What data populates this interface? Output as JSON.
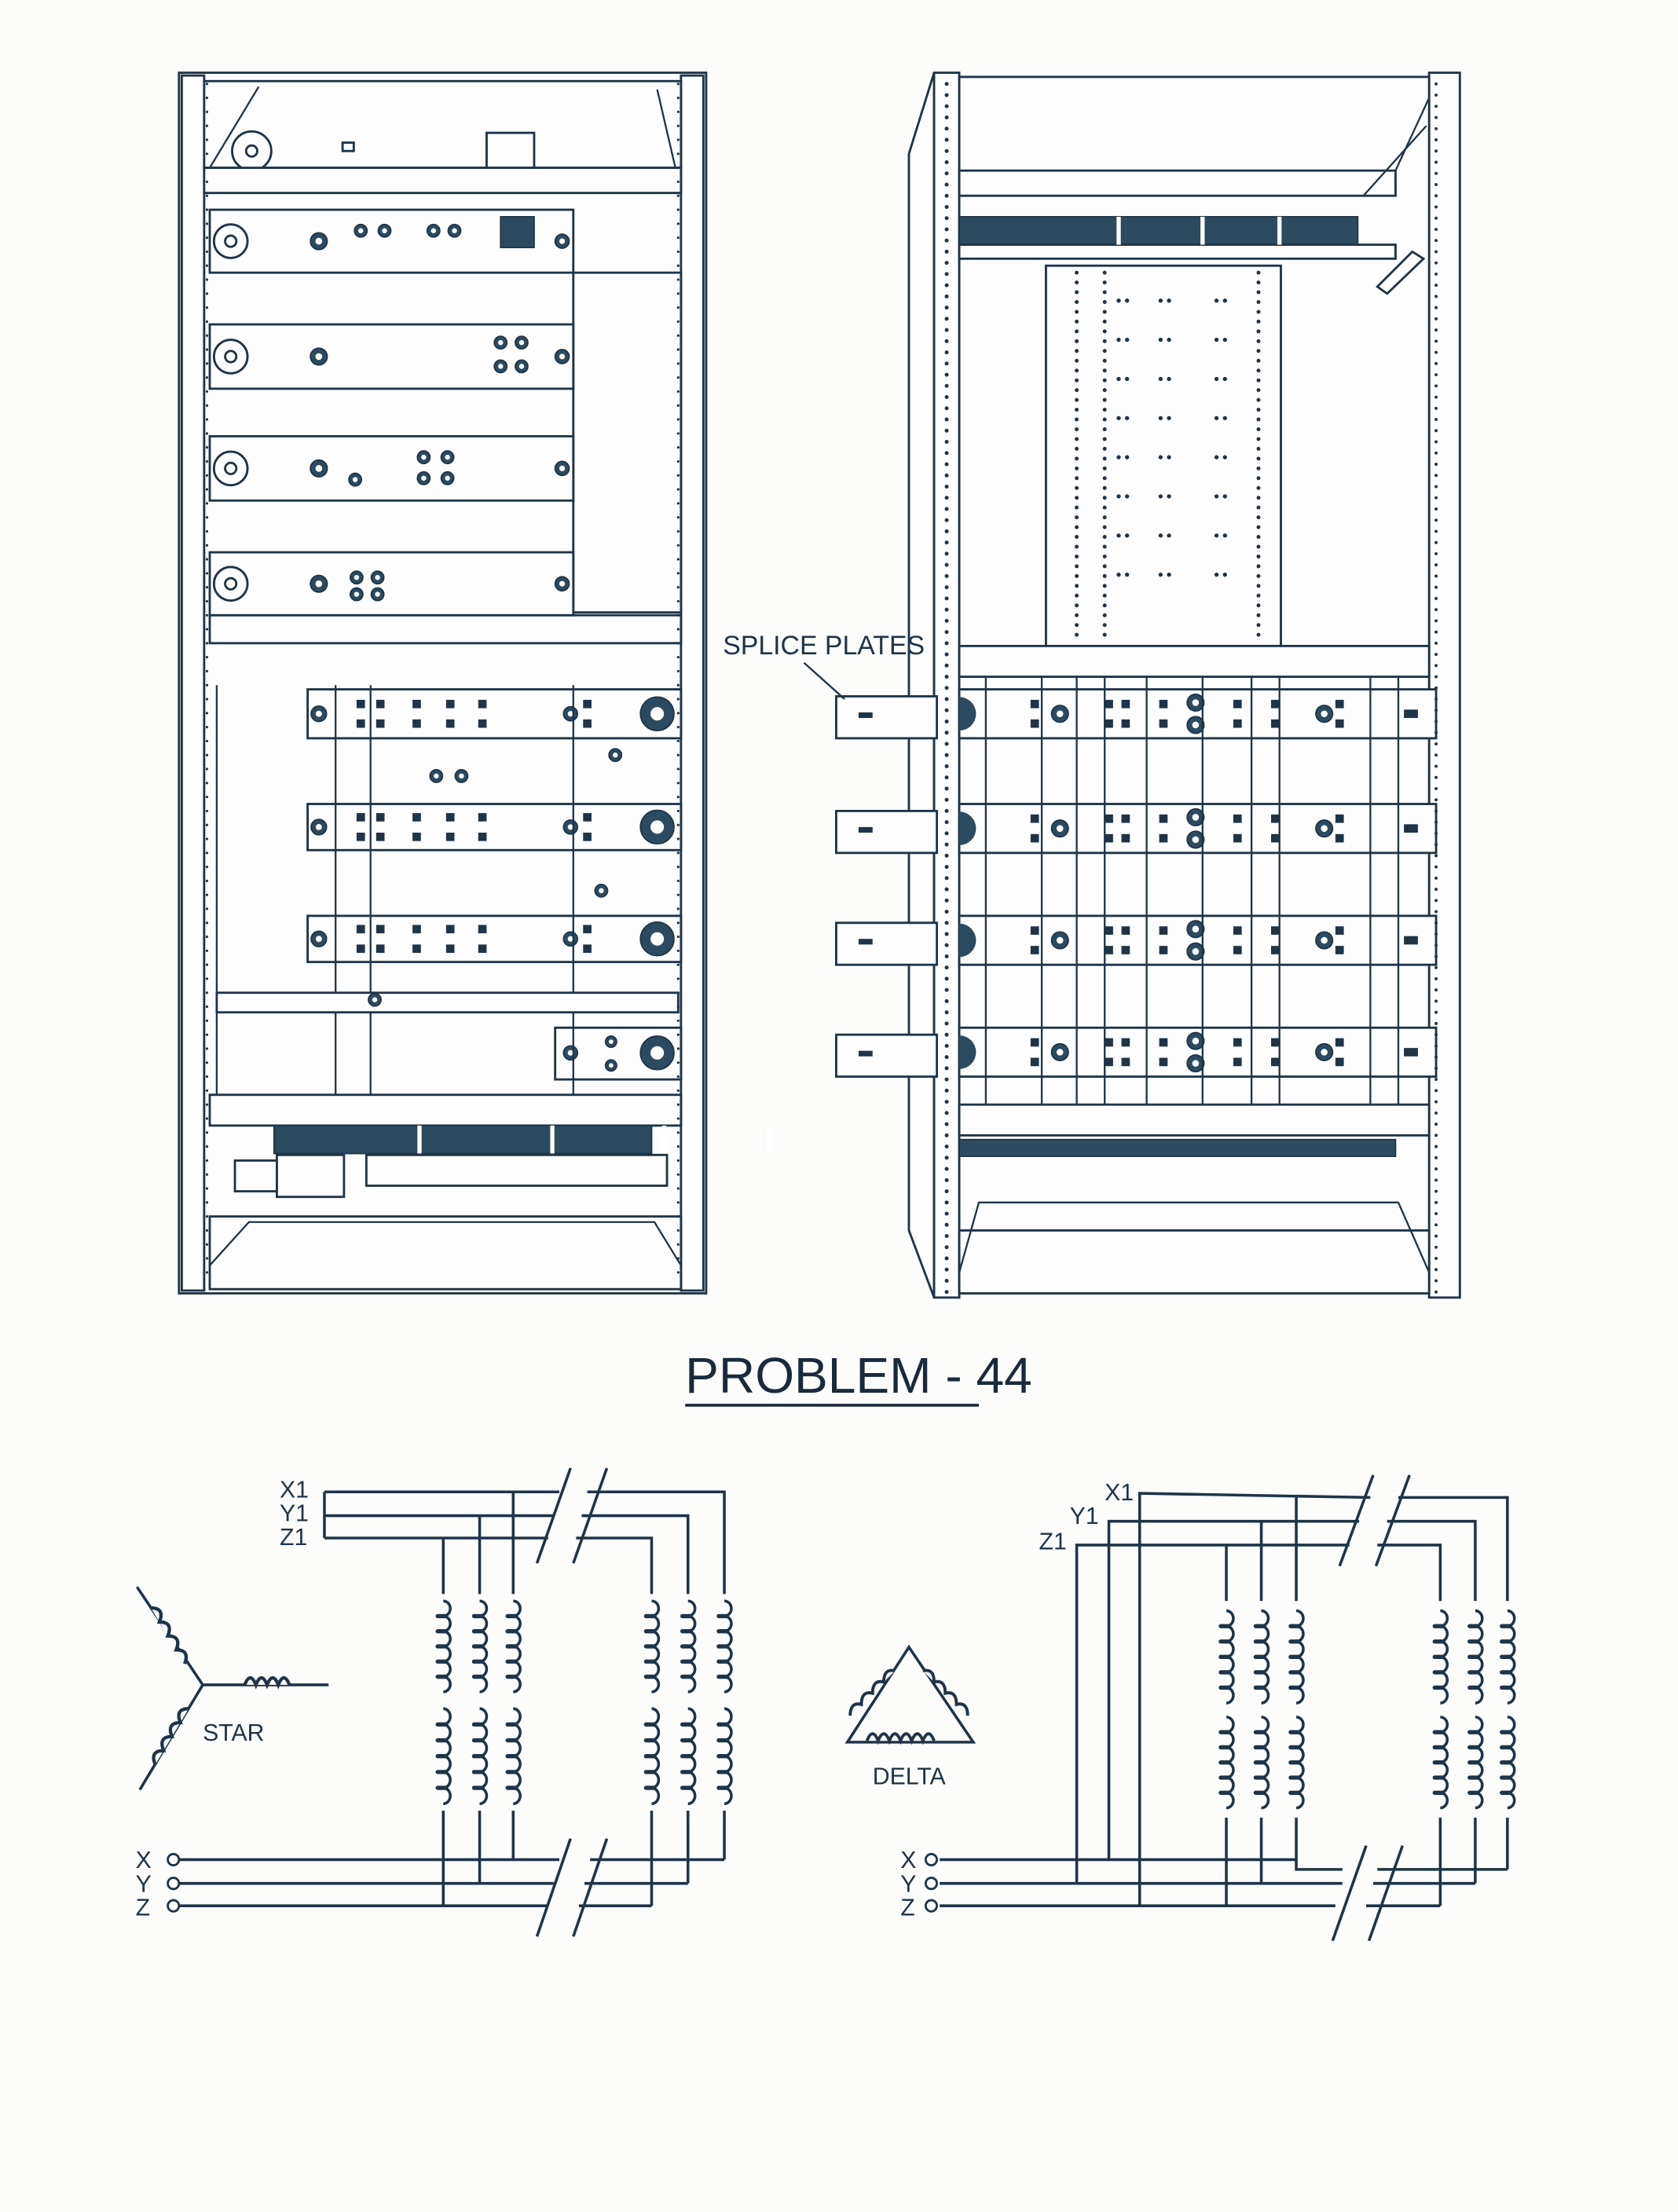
{
  "title": "PROBLEM - 44",
  "splice_label": "SPLICE PLATES",
  "star": {
    "name": "STAR",
    "top_labels": [
      "X1",
      "Y1",
      "Z1"
    ],
    "terminal_labels": [
      "X",
      "Y",
      "Z"
    ]
  },
  "delta": {
    "name": "DELTA",
    "top_labels": [
      "X1",
      "Y1",
      "Z1"
    ],
    "terminal_labels": [
      "X",
      "Y",
      "Z"
    ]
  },
  "colors": {
    "ink": "#1f3447",
    "fill_dark": "#2c4b60",
    "paper": "#fcfcfb"
  }
}
